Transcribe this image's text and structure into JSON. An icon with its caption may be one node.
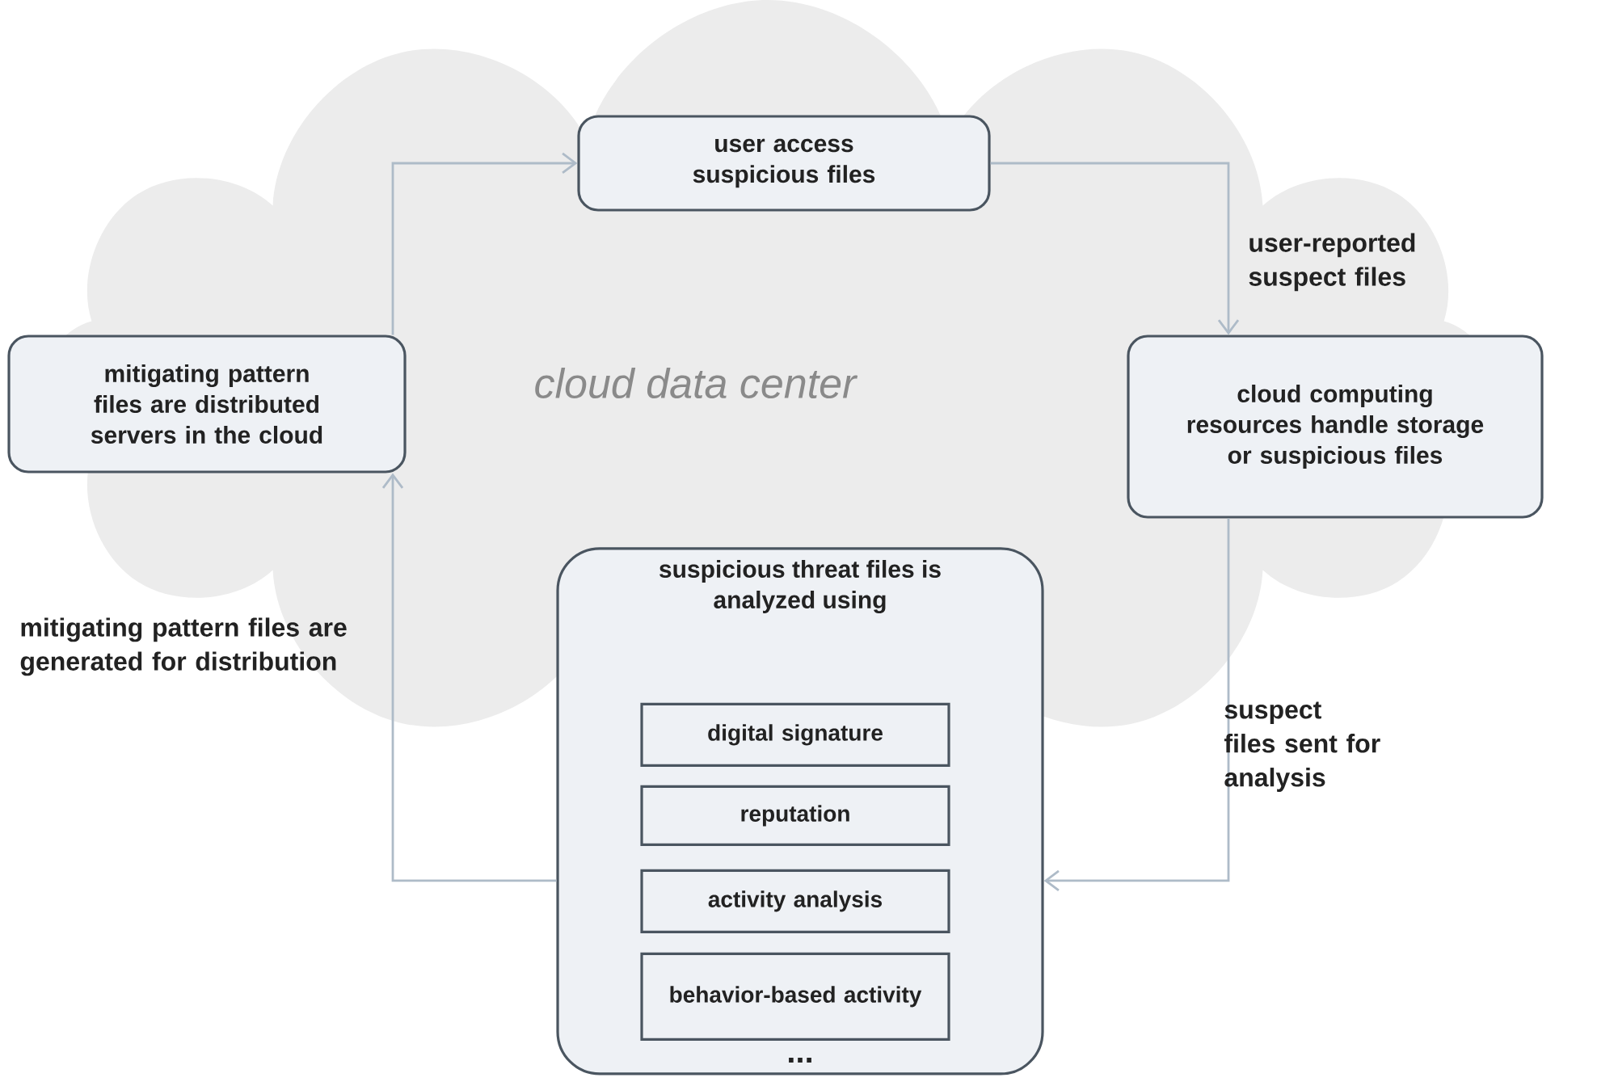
{
  "diagram": {
    "nodes": [
      {
        "text": [
          "user access suspicious files"
        ]
      },
      {
        "text": [
          "cloud computing resources handle storage or suspicious files"
        ]
      },
      {
        "text": [
          "suspicious threat files is analyzed using",
          "..."
        ]
      },
      {
        "text": [
          "digital signature"
        ],
        "in": 2
      },
      {
        "text": [
          "reputation"
        ],
        "in": 2
      },
      {
        "text": [
          "activity analysis"
        ],
        "in": 2
      },
      {
        "text": [
          "behavior-based activity"
        ],
        "in": 2
      },
      {
        "text": [
          "mitigating pattern files are distributed servers in the cloud"
        ]
      }
    ],
    "edges": [
      {
        "from": 7,
        "to": 0,
        "arrow": "to"
      },
      {
        "from": 0,
        "to": 1,
        "arrow": "to",
        "label": "user-reported suspect files"
      },
      {
        "from": 1,
        "to": 2,
        "arrow": "to",
        "label": "suspect files sent for analysis"
      },
      {
        "from": 2,
        "to": 7,
        "arrow": "to",
        "label": "mitigating pattern files are generated for distribution"
      }
    ],
    "labels": [
      "cloud data center"
    ]
  }
}
